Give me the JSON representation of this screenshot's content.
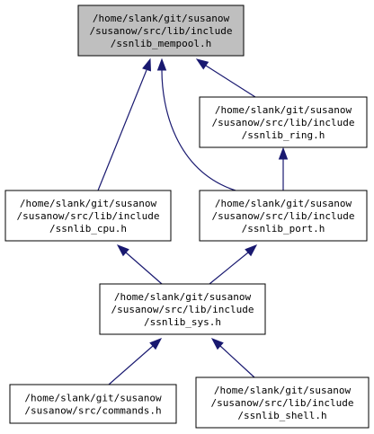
{
  "colors": {
    "node_border": "#000000",
    "highlight_fill": "#bfbfbf",
    "node_fill": "#ffffff",
    "edge": "#191970"
  },
  "nodes": [
    {
      "id": "mempool",
      "highlight": true,
      "lines": [
        "/home/slank/git/susanow",
        "/susanow/src/lib/include",
        "/ssnlib_mempool.h"
      ]
    },
    {
      "id": "ring",
      "highlight": false,
      "lines": [
        "/home/slank/git/susanow",
        "/susanow/src/lib/include",
        "/ssnlib_ring.h"
      ]
    },
    {
      "id": "cpu",
      "highlight": false,
      "lines": [
        "/home/slank/git/susanow",
        "/susanow/src/lib/include",
        "/ssnlib_cpu.h"
      ]
    },
    {
      "id": "port",
      "highlight": false,
      "lines": [
        "/home/slank/git/susanow",
        "/susanow/src/lib/include",
        "/ssnlib_port.h"
      ]
    },
    {
      "id": "sys",
      "highlight": false,
      "lines": [
        "/home/slank/git/susanow",
        "/susanow/src/lib/include",
        "/ssnlib_sys.h"
      ]
    },
    {
      "id": "commands",
      "highlight": false,
      "lines": [
        "/home/slank/git/susanow",
        "/susanow/src/commands.h"
      ]
    },
    {
      "id": "shell",
      "highlight": false,
      "lines": [
        "/home/slank/git/susanow",
        "/susanow/src/lib/include",
        "/ssnlib_shell.h"
      ]
    }
  ],
  "edges": [
    {
      "from": "ring",
      "to": "mempool"
    },
    {
      "from": "cpu",
      "to": "mempool"
    },
    {
      "from": "port",
      "to": "mempool"
    },
    {
      "from": "port",
      "to": "ring"
    },
    {
      "from": "sys",
      "to": "cpu"
    },
    {
      "from": "sys",
      "to": "port"
    },
    {
      "from": "commands",
      "to": "sys"
    },
    {
      "from": "shell",
      "to": "sys"
    }
  ]
}
